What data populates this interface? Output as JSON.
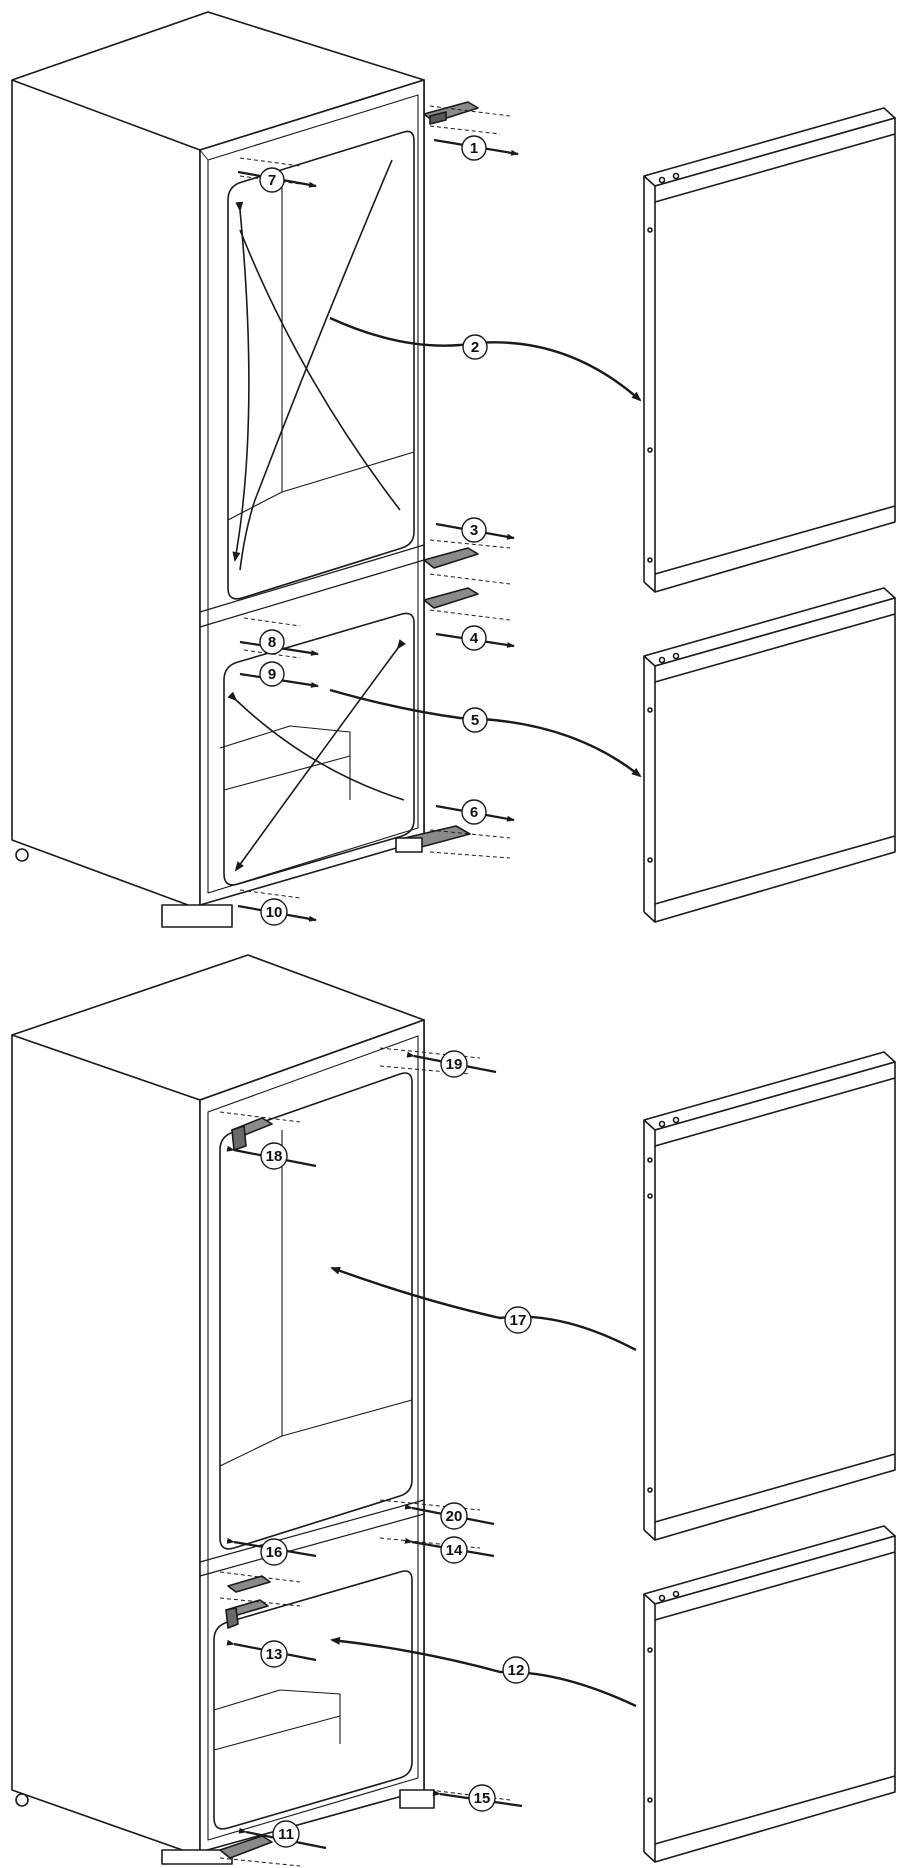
{
  "figure": {
    "steps": {
      "s1": "1",
      "s2": "2",
      "s3": "3",
      "s4": "4",
      "s5": "5",
      "s6": "6",
      "s7": "7",
      "s8": "8",
      "s9": "9",
      "s10": "10",
      "s11": "11",
      "s12": "12",
      "s13": "13",
      "s14": "14",
      "s15": "15",
      "s16": "16",
      "s17": "17",
      "s18": "18",
      "s19": "19",
      "s20": "20"
    },
    "colors": {
      "line": "#1a1a1a",
      "bracket": "#8a8a8a",
      "background": "#ffffff"
    }
  }
}
